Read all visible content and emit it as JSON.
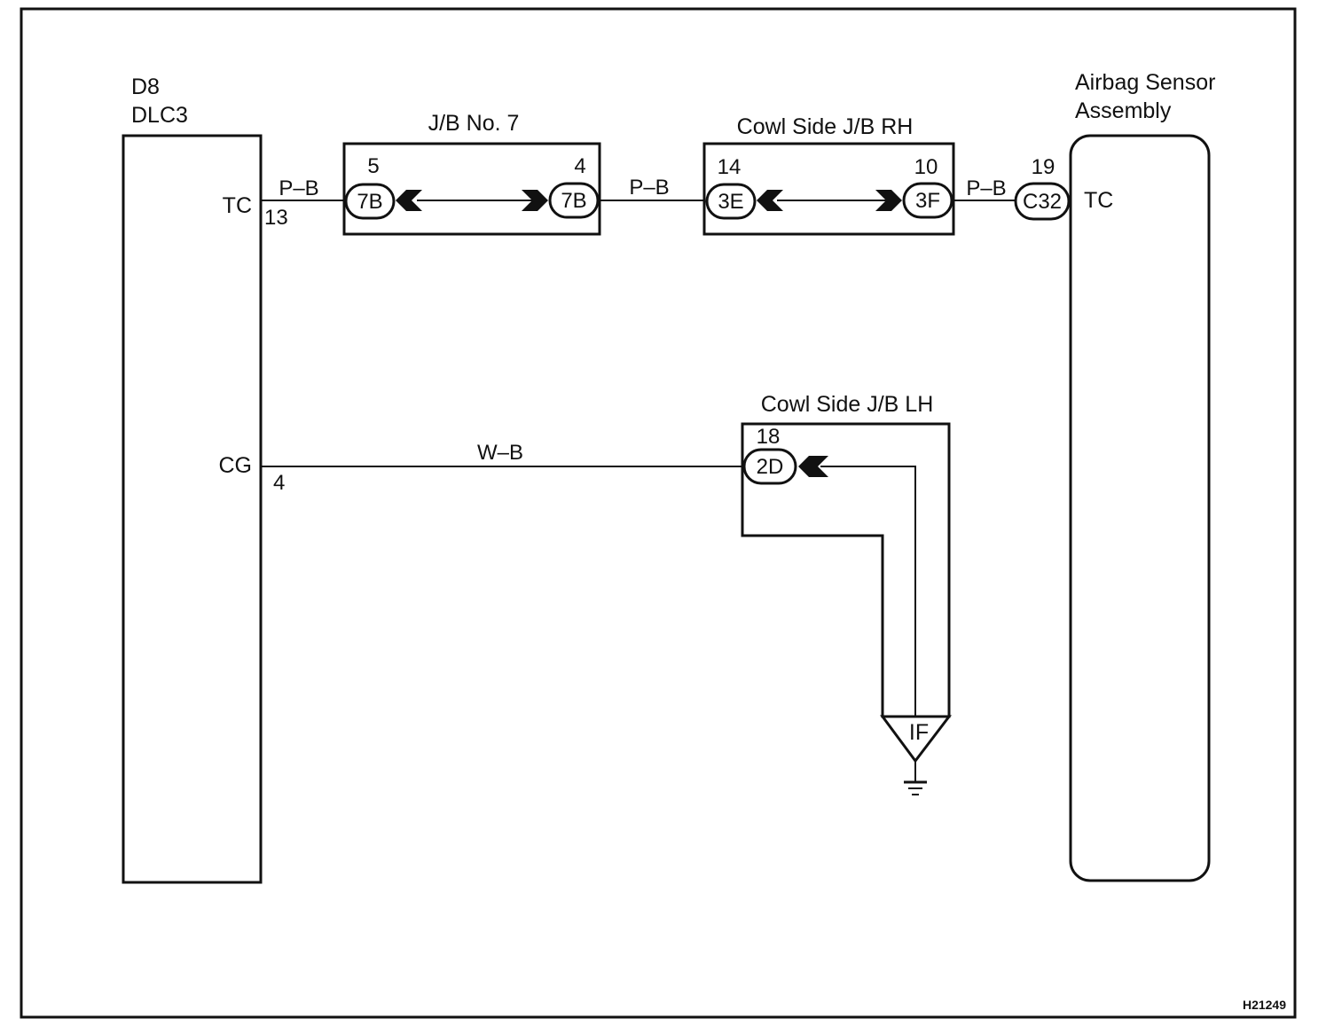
{
  "components": {
    "dlc3": {
      "code": "D8",
      "name": "DLC3",
      "pin_tc_label": "TC",
      "pin_tc_no": "13",
      "pin_cg_label": "CG",
      "pin_cg_no": "4"
    },
    "jb7": {
      "title": "J/B No. 7",
      "left_pin": "5",
      "left_conn": "7B",
      "right_pin": "4",
      "right_conn": "7B"
    },
    "cowl_rh": {
      "title": "Cowl Side J/B RH",
      "left_pin": "14",
      "left_conn": "3E",
      "right_pin": "10",
      "right_conn": "3F"
    },
    "cowl_lh": {
      "title": "Cowl Side J/B LH",
      "pin": "18",
      "conn": "2D"
    },
    "airbag": {
      "title_line1": "Airbag Sensor",
      "title_line2": "Assembly",
      "pin": "19",
      "conn": "C32",
      "pin_label": "TC"
    },
    "ground": {
      "label": "IF"
    }
  },
  "wires": {
    "tc_seg1": "P–B",
    "tc_seg2": "P–B",
    "tc_seg3": "P–B",
    "cg": "W–B"
  },
  "figure_code": "H21249",
  "colors": {
    "line": "#111111",
    "background": "#ffffff"
  }
}
